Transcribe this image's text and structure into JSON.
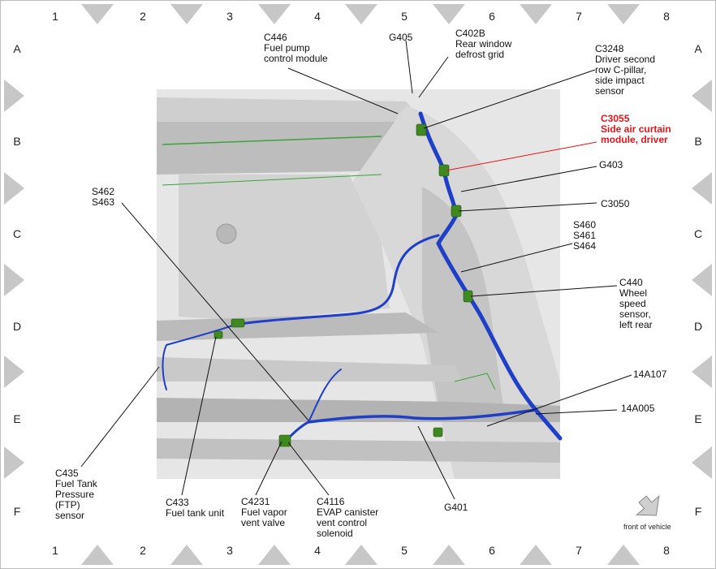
{
  "grid": {
    "columns": [
      "1",
      "2",
      "3",
      "4",
      "5",
      "6",
      "7",
      "8"
    ],
    "rows": [
      "A",
      "B",
      "C",
      "D",
      "E",
      "F"
    ]
  },
  "callouts": [
    {
      "id": "c446",
      "text": "C446\nFuel pump\ncontrol module"
    },
    {
      "id": "g405",
      "text": "G405"
    },
    {
      "id": "c402b",
      "text": "C402B\nRear window\ndefrost grid"
    },
    {
      "id": "c3248",
      "text": "C3248\nDriver second\nrow C-pillar,\nside impact\nsensor"
    },
    {
      "id": "c3055",
      "text": "C3055\nSide air curtain\nmodule, driver",
      "highlight": true
    },
    {
      "id": "g403",
      "text": "G403"
    },
    {
      "id": "c3050",
      "text": "C3050"
    },
    {
      "id": "s460",
      "text": "S460\nS461\nS464"
    },
    {
      "id": "c440",
      "text": "C440\nWheel\nspeed\nsensor,\nleft rear"
    },
    {
      "id": "s462",
      "text": "S462\nS463"
    },
    {
      "id": "a107",
      "text": "14A107"
    },
    {
      "id": "a005",
      "text": "14A005"
    },
    {
      "id": "c435",
      "text": "C435\nFuel Tank\nPressure\n(FTP)\nsensor"
    },
    {
      "id": "c433",
      "text": "C433\nFuel tank unit"
    },
    {
      "id": "c4231",
      "text": "C4231\nFuel vapor\nvent valve"
    },
    {
      "id": "c4116",
      "text": "C4116\nEVAP canister\nvent control\nsolenoid"
    },
    {
      "id": "g401",
      "text": "G401"
    }
  ],
  "front_indicator": {
    "label": "front of vehicle",
    "icon": "arrow-icon"
  },
  "colors": {
    "highlight": "#e8141a",
    "harness": "#1f3fc8",
    "connector": "#3f8a1e",
    "body": "#c9c9c9",
    "frame_triangle": "#bdbdbd"
  }
}
